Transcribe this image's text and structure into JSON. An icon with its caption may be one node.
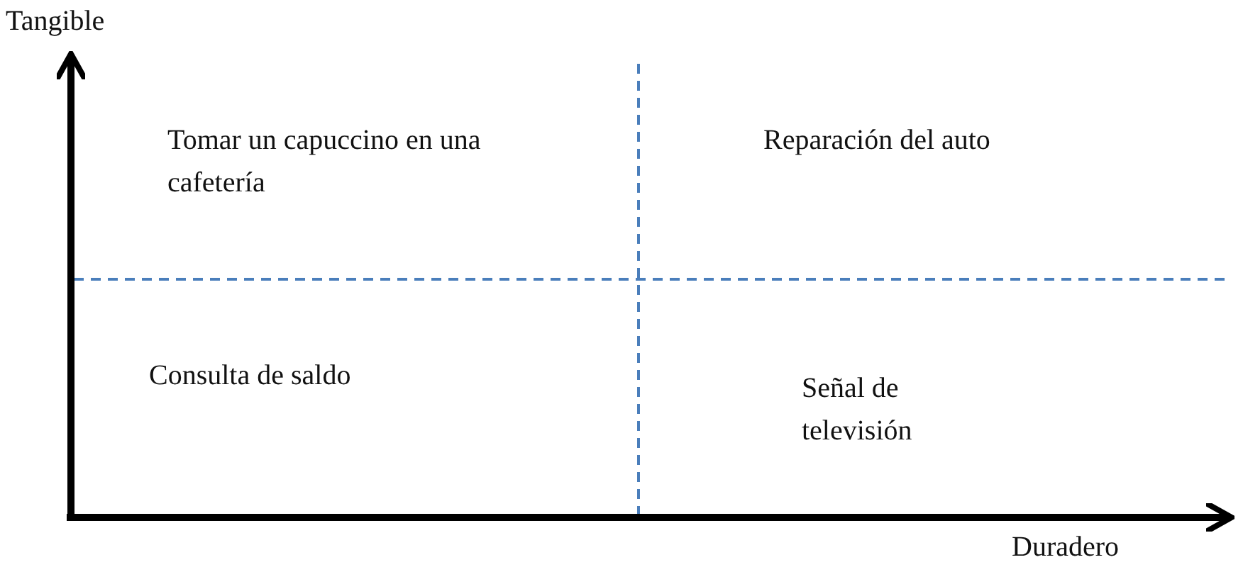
{
  "diagram": {
    "labels": [
      "Tangible",
      "Tomar un capuccino en una cafetería",
      "Reparación del auto",
      "Consulta de saldo",
      "Señal de televisión",
      "Duradero"
    ]
  }
}
